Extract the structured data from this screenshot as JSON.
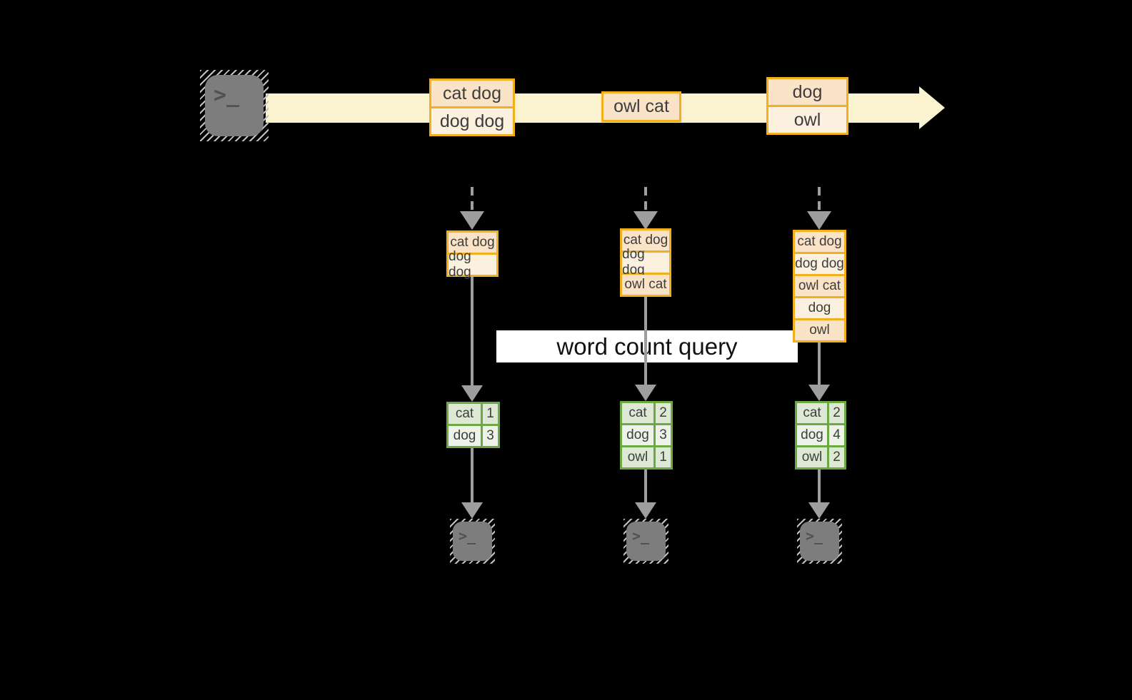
{
  "diagram": {
    "query_label": "word count query",
    "glyphs": {
      "terminal_prompt": ">_"
    },
    "palette": {
      "stream_band": "#fbf2cf",
      "event_border": "#f2b01e",
      "event_fill_dark": "#fae3c6",
      "event_fill_light": "#fcf0df",
      "count_border": "#6ca844",
      "count_fill_dark": "#dde9d5",
      "count_fill_light": "#edf3e8",
      "arrow_gray": "#9e9e9e",
      "icon_gray": "#7d7d7d",
      "label_bg": "#ffffff",
      "text": "#3d3d3d"
    },
    "stream": {
      "events": [
        {
          "lines": [
            "cat dog",
            "dog dog"
          ]
        },
        {
          "lines": [
            "owl cat"
          ]
        },
        {
          "lines": [
            "dog",
            "owl"
          ]
        }
      ]
    },
    "states": [
      {
        "lines": [
          "cat dog",
          "dog dog"
        ]
      },
      {
        "lines": [
          "cat dog",
          "dog dog",
          "owl cat"
        ]
      },
      {
        "lines": [
          "cat dog",
          "dog dog",
          "owl cat",
          "dog",
          "owl"
        ]
      }
    ],
    "counts": [
      {
        "rows": [
          {
            "word": "cat",
            "count": "1"
          },
          {
            "word": "dog",
            "count": "3"
          }
        ]
      },
      {
        "rows": [
          {
            "word": "cat",
            "count": "2"
          },
          {
            "word": "dog",
            "count": "3"
          },
          {
            "word": "owl",
            "count": "1"
          }
        ]
      },
      {
        "rows": [
          {
            "word": "cat",
            "count": "2"
          },
          {
            "word": "dog",
            "count": "4"
          },
          {
            "word": "owl",
            "count": "2"
          }
        ]
      }
    ]
  }
}
